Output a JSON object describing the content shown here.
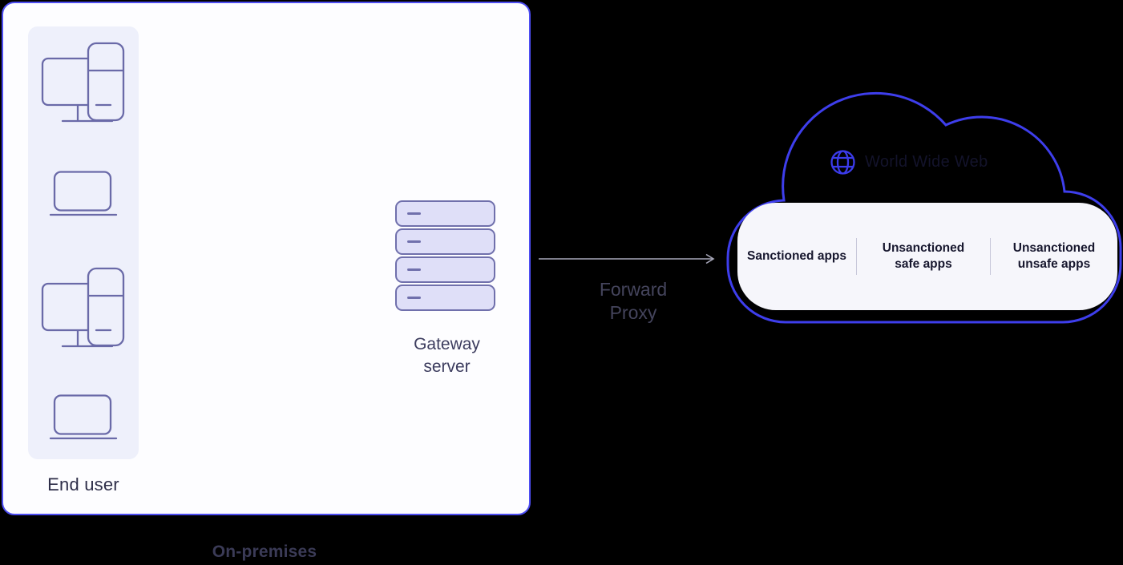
{
  "onprem": {
    "label": "On-premises",
    "end_user_label": "End user",
    "gateway_label": "Gateway server",
    "devices": [
      "desktop-workstation",
      "laptop",
      "desktop-workstation",
      "laptop"
    ],
    "server_segments": 4
  },
  "flow": {
    "arrow_label": "Forward Proxy"
  },
  "cloud": {
    "title": "World Wide Web",
    "apps": [
      {
        "label": "Sanctioned apps"
      },
      {
        "label": "Unsanctioned safe apps"
      },
      {
        "label": "Unsanctioned unsafe apps"
      }
    ]
  },
  "icons": [
    "desktop-icon",
    "laptop-icon",
    "server-stack-icon",
    "globe-icon",
    "right-arrow-icon"
  ],
  "colors": {
    "background": "#000000",
    "box_border": "#4d4df2",
    "box_fill": "#fdfdff",
    "panel_fill": "#eef0fb",
    "icon_stroke": "#6a6aa8",
    "server_fill": "#dfdff8",
    "server_stroke": "#7070ac",
    "connector_dash": "#9191af",
    "arrow": "#a8a8ba",
    "cloud_outline": "#3e3eec",
    "globe": "#3b3bea",
    "pill_fill": "#f6f6fb",
    "divider": "#c7c7d9",
    "app_text": "#17172e",
    "www_text": "#13132b",
    "end_user_text": "#2e2e49",
    "gateway_text": "#3c3c5e",
    "onprem_text": "#3b3b57",
    "forward_proxy_text": "#44445c"
  }
}
